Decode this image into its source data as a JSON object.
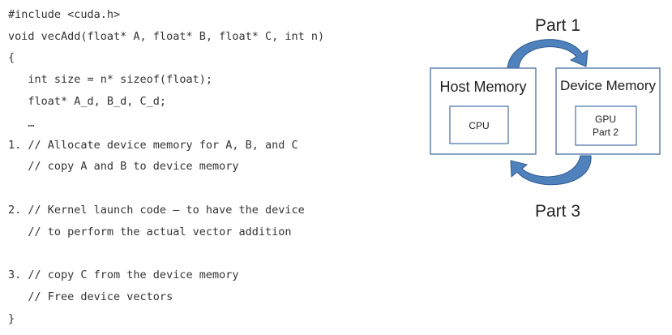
{
  "code": {
    "lines": [
      "#include <cuda.h>",
      "void vecAdd(float* A, float* B, float* C, int n)",
      "{",
      "   int size = n* sizeof(float);",
      "   float* A_d, B_d, C_d;",
      "   …",
      "1. // Allocate device memory for A, B, and C",
      "   // copy A and B to device memory",
      "2. // Kernel launch code – to have the device",
      "   // to perform the actual vector addition",
      "3. // copy C from the device memory",
      "   // Free device vectors",
      "}"
    ]
  },
  "diagram": {
    "part1": "Part 1",
    "part3": "Part 3",
    "host_title": "Host Memory",
    "device_title": "Device Memory",
    "cpu_label": "CPU",
    "gpu_label": "GPU",
    "gpu_part": "Part 2",
    "colors": {
      "box_stroke": "#4a6fa5",
      "arrow_fill": "#4f81bd",
      "arrow_stroke": "#2f5a8f"
    }
  }
}
